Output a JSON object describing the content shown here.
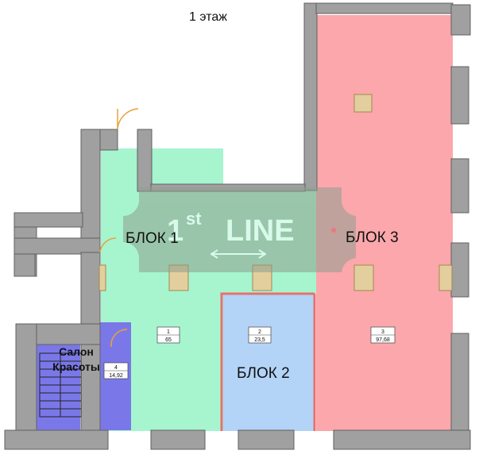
{
  "floor_title": "1 этаж",
  "watermark": {
    "prefix": "1",
    "superscript": "st",
    "word": "LINE"
  },
  "blocks": [
    {
      "name": "БЛОК 1",
      "room_no": "1",
      "area": "65"
    },
    {
      "name": "БЛОК 2",
      "room_no": "2",
      "area": "23,5"
    },
    {
      "name": "БЛОК 3",
      "room_no": "3",
      "area": "97,68"
    }
  ],
  "salon": {
    "line1": "Салон",
    "line2": "Красоты",
    "room_no": "4",
    "area": "14,92"
  },
  "colors": {
    "block1": "#a6f5cf",
    "block2": "#b3d3f7",
    "block3": "#fba7ab",
    "salon": "#7a78e8",
    "wall": "#a0a0a0",
    "column": "#e3cf9e"
  }
}
